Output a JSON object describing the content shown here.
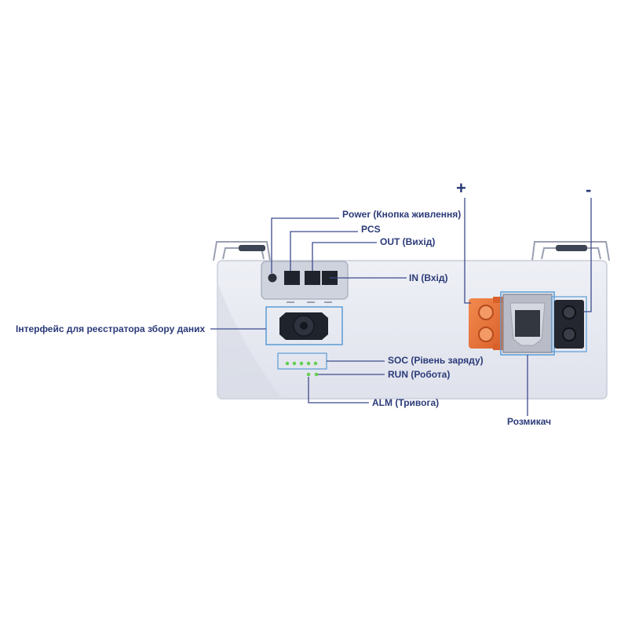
{
  "labels": {
    "power": "Power (Кнопка живлення)",
    "pcs": "PCS",
    "out": "OUT (Вихід)",
    "in": "IN (Вхід)",
    "data_interface": "Інтерфейс для реєстратора збору даних",
    "soc": "SOC (Рівень заряду)",
    "run": "RUN (Робота)",
    "alm": "ALM (Тривога)",
    "breaker": "Розмикач"
  },
  "signs": {
    "positive": "+",
    "negative": "-"
  },
  "colors": {
    "label_text": "#2b3a78",
    "leader_line": "#3d4b8c",
    "highlight_box": "#5a9bd5",
    "positive_terminal": "#e8733a",
    "negative_terminal": "#2a2a2a",
    "led": "#5ecf4a",
    "battery_body": "#e9ebf2"
  },
  "icons": {
    "power_button": "power-button-icon",
    "positive_terminal": "positive-terminal-icon",
    "negative_terminal": "negative-terminal-icon",
    "breaker": "breaker-switch-icon"
  }
}
